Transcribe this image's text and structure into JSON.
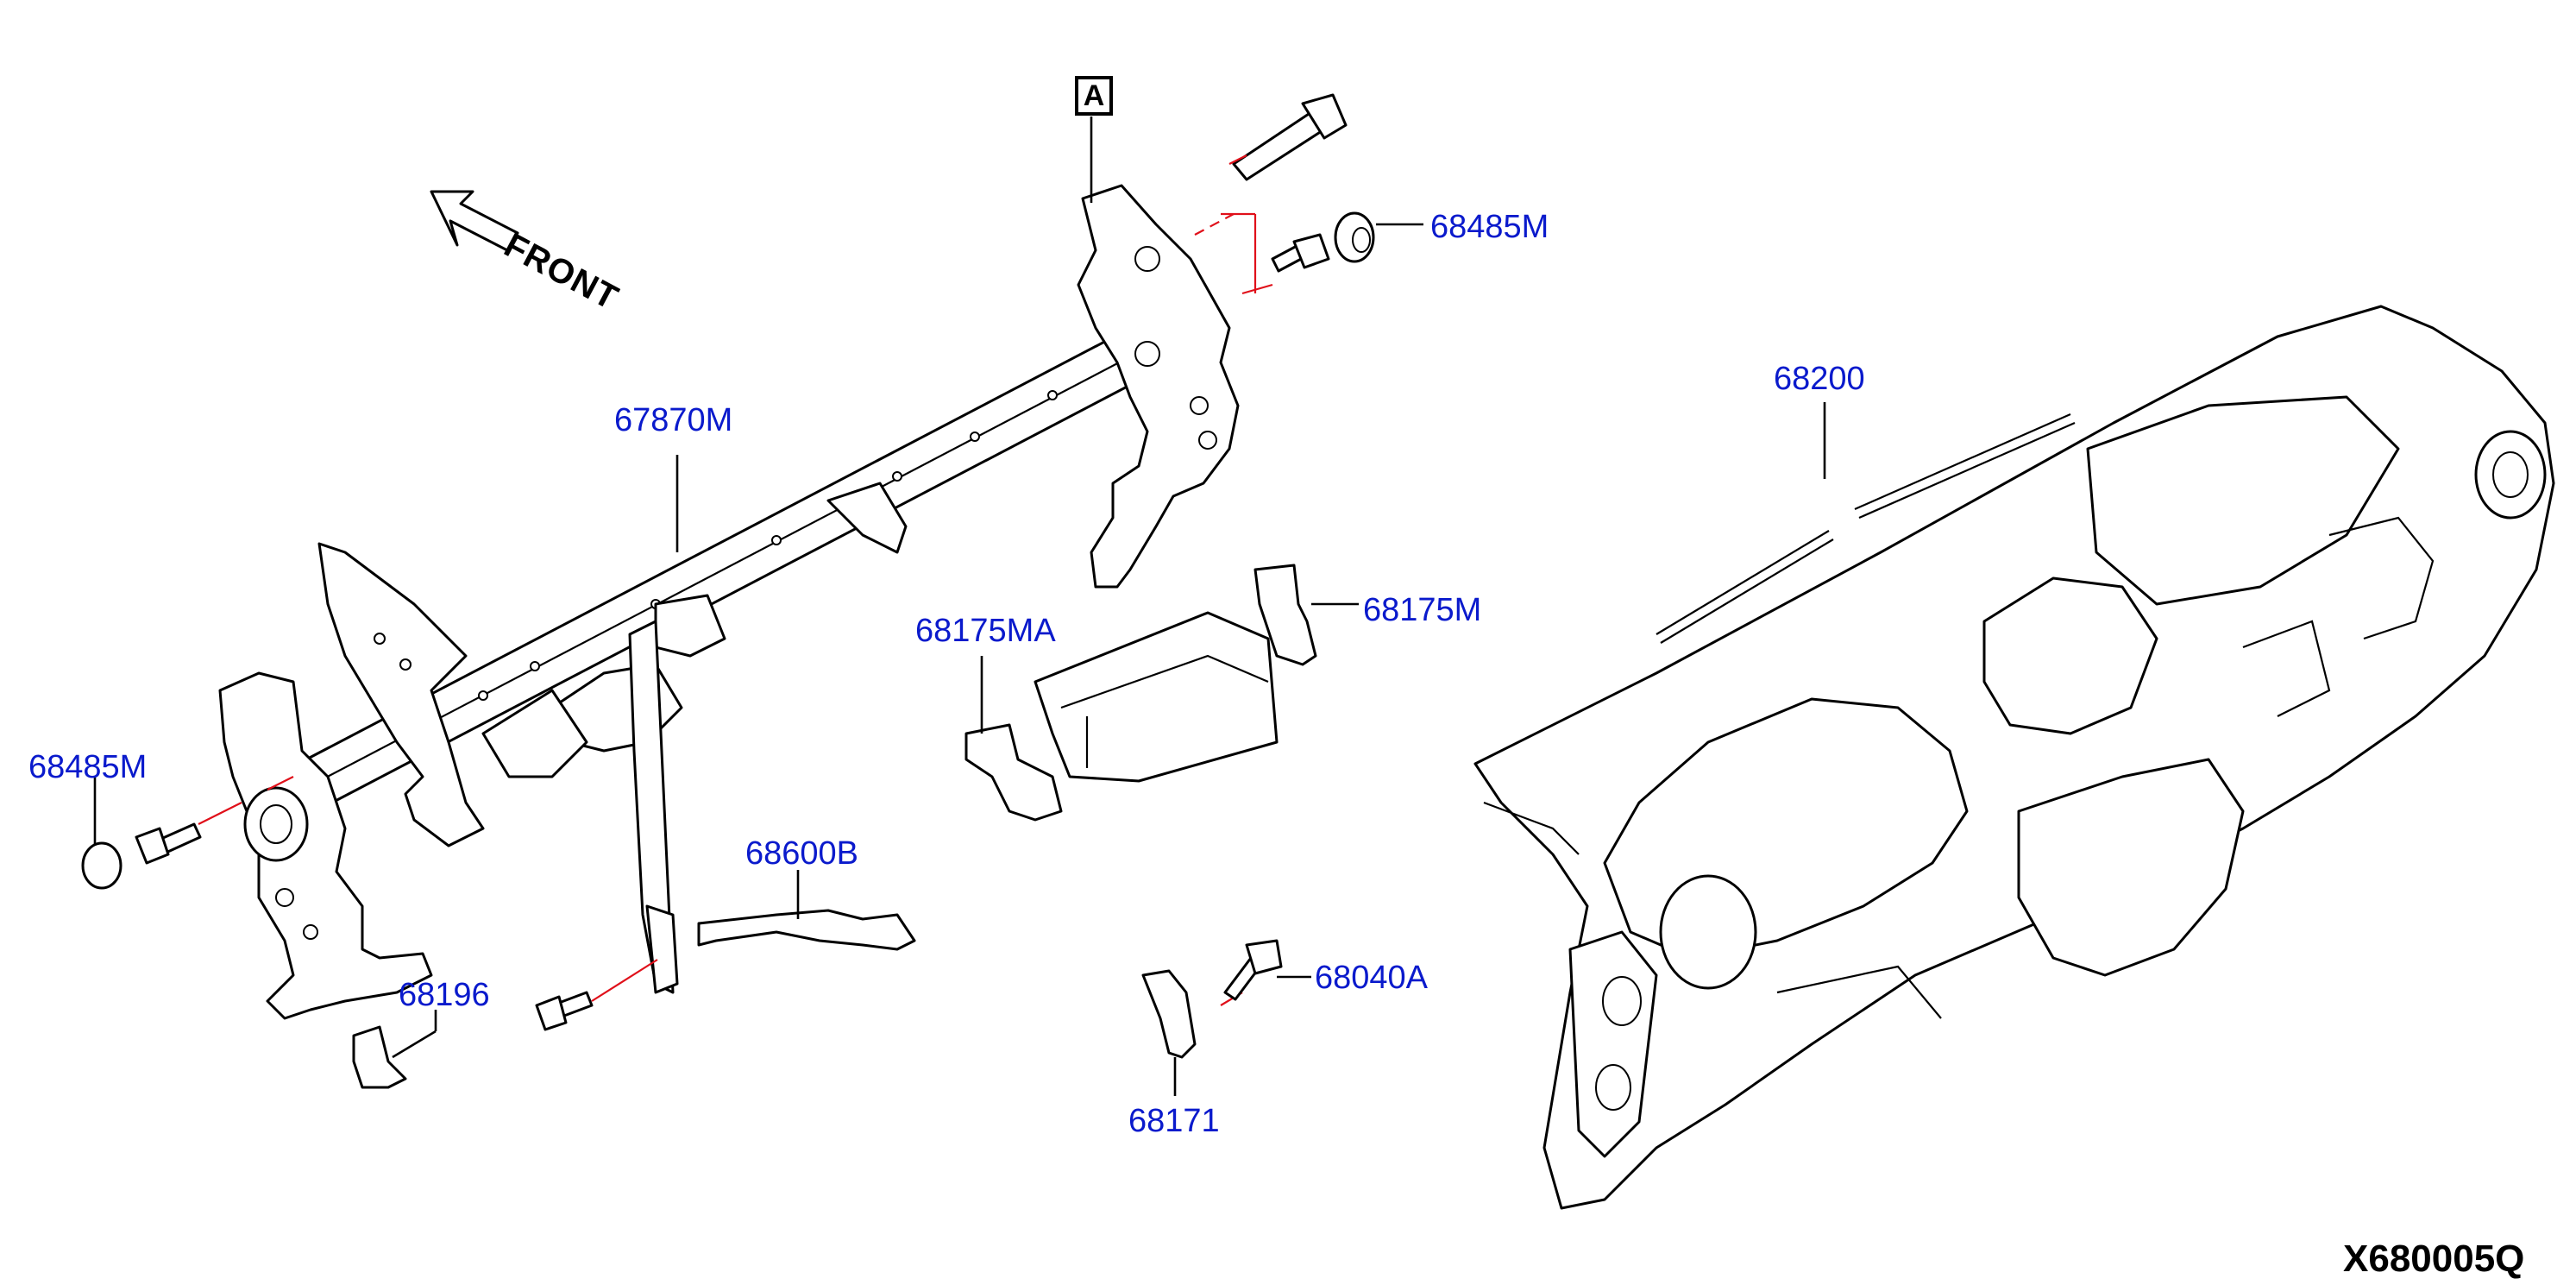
{
  "diagram": {
    "labels": {
      "l_67870M": "67870M",
      "l_68485M_top": "68485M",
      "l_68485M_left": "68485M",
      "l_68200": "68200",
      "l_68175MA": "68175MA",
      "l_68175M": "68175M",
      "l_68600B": "68600B",
      "l_68196": "68196",
      "l_68040A": "68040A",
      "l_68171": "68171"
    },
    "front_text": "FRONT",
    "ref_box": "A",
    "diagram_code": "X680005Q",
    "colors": {
      "label": "#0a1acc",
      "line": "#000000",
      "fastener_path": "#e0101a"
    },
    "icons": [
      "front-arrow-icon"
    ]
  }
}
